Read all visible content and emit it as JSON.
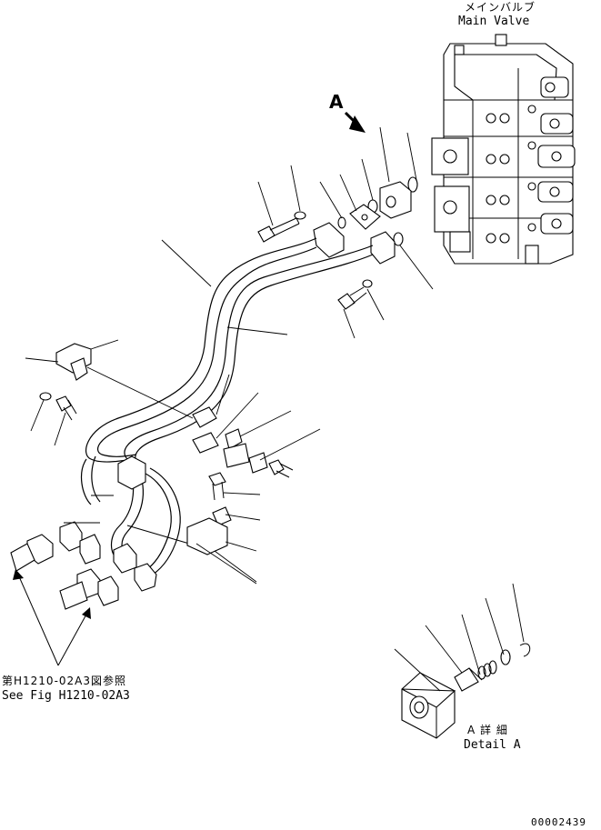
{
  "main_valve": {
    "label_jp": "メインバルブ",
    "label_en": "Main Valve"
  },
  "view_marker": "A",
  "reference": {
    "label_jp": "第H1210-02A3図参照",
    "label_en": "See Fig H1210-02A3"
  },
  "detail": {
    "label_jp": "A 詳 細",
    "label_en": "Detail A"
  },
  "drawing_number": "00002439"
}
